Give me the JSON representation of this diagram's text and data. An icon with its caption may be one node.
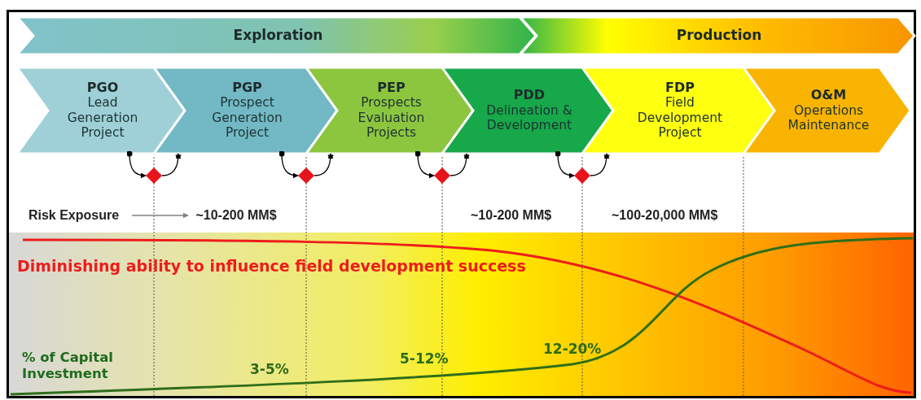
{
  "diagram": {
    "nodes": [
      {
        "text": [
          "Exploration"
        ]
      },
      {
        "text": [
          "Production"
        ]
      },
      {
        "text": [
          "PGO",
          "Lead Generation Project"
        ]
      },
      {
        "text": [
          "PGP",
          "Prospect Generation Project"
        ]
      },
      {
        "text": [
          "PEP",
          "Prospects Evaluation Projects"
        ]
      },
      {
        "text": [
          "PDD",
          "Delineation & Development"
        ]
      },
      {
        "text": [
          "FDP",
          "Field Development Project"
        ]
      },
      {
        "text": [
          "O&M",
          "Operations Maintenance"
        ]
      },
      {
        "text": [],
        "shape": "diamond"
      },
      {
        "text": [],
        "shape": "diamond"
      },
      {
        "text": [],
        "shape": "diamond"
      },
      {
        "text": [],
        "shape": "diamond"
      },
      {
        "text": [
          "Risk Exposure"
        ]
      },
      {
        "text": [
          "~10-200 MM$"
        ]
      }
    ],
    "edges": [
      {
        "from": 2,
        "to": 8,
        "arrow": "to"
      },
      {
        "from": 8,
        "to": 3,
        "arrow": "to"
      },
      {
        "from": 3,
        "to": 9,
        "arrow": "to"
      },
      {
        "from": 9,
        "to": 4,
        "arrow": "to"
      },
      {
        "from": 4,
        "to": 10,
        "arrow": "to"
      },
      {
        "from": 10,
        "to": 5,
        "arrow": "to"
      },
      {
        "from": 5,
        "to": 11,
        "arrow": "to"
      },
      {
        "from": 11,
        "to": 6,
        "arrow": "to"
      },
      {
        "from": 12,
        "to": 13,
        "arrow": "to",
        "color": "#808080"
      }
    ],
    "labels": [
      "~10-200 MM$",
      "~100-20,000 MM$",
      "Diminishing ability to influence field development success",
      "% of Capital Investment",
      "3-5%",
      "5-12%",
      "12-20%"
    ]
  }
}
